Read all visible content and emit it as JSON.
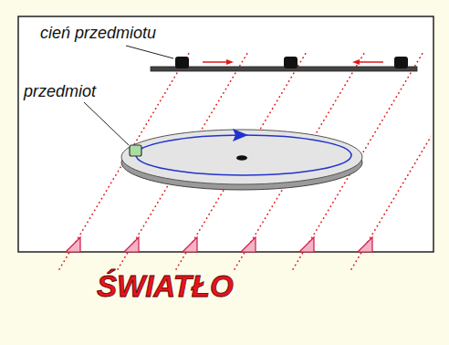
{
  "diagram": {
    "labels": [
      "cień przedmiotu",
      "przedmiot",
      "ŚWIATŁO"
    ]
  }
}
